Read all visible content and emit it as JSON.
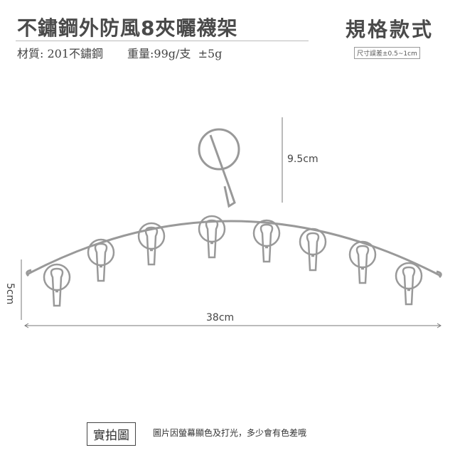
{
  "header": {
    "title": "不鏽鋼外防風8夾曬襪架",
    "material": "材質: 201不鏽鋼",
    "weight": "重量:99g/支  ±5g",
    "style_title": "規格款式",
    "tolerance": "尺寸誤差±0.5~1cm"
  },
  "dimensions": {
    "hook_height": "9.5cm",
    "width": "38cm",
    "side_height": "5cm"
  },
  "footer": {
    "photo_label": "實拍圖",
    "note": "圖片因螢幕顯色及打光，多少會有色差哦"
  },
  "colors": {
    "metal": "#9a9a9a",
    "text": "#444444"
  }
}
